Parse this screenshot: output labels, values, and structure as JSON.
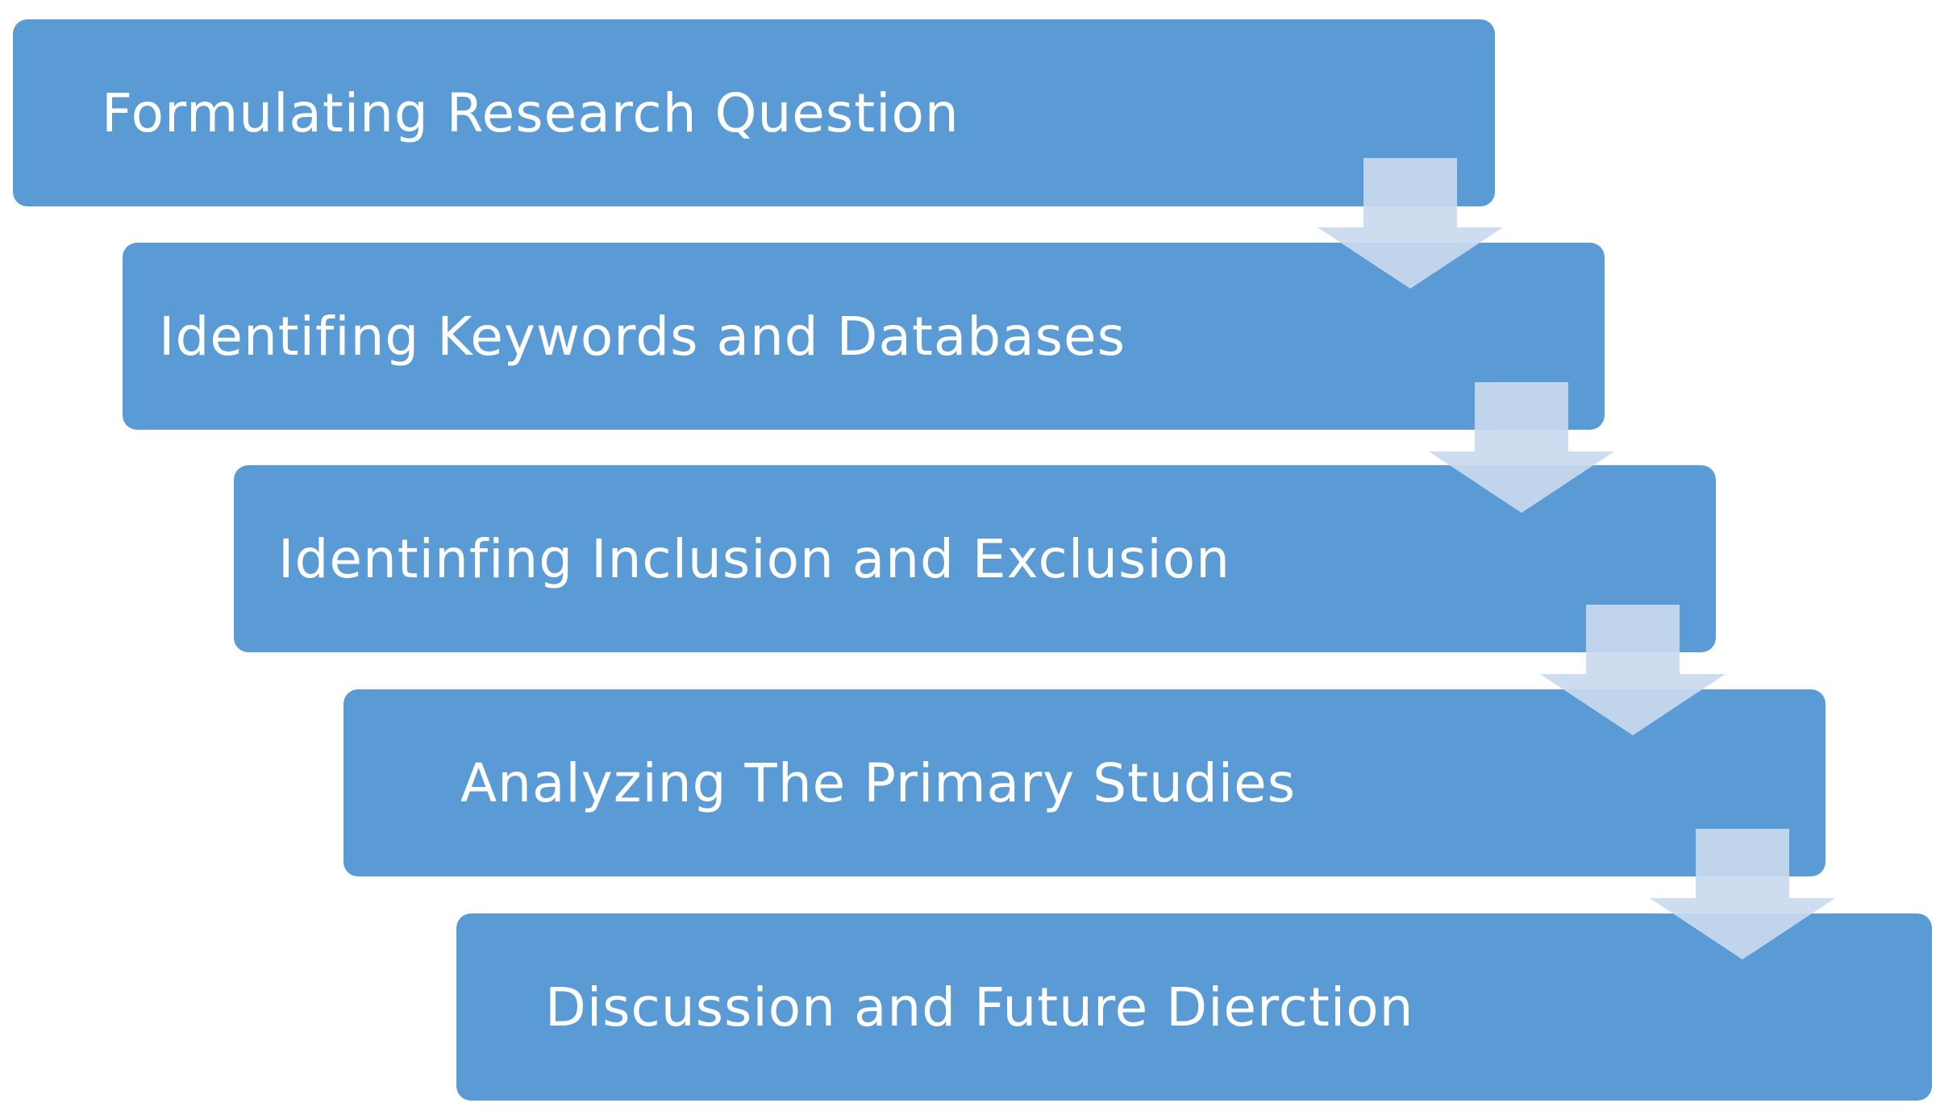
{
  "steps": [
    {
      "label": "Formulating Research Question"
    },
    {
      "label": "Identifing Keywords and Databases"
    },
    {
      "label": "Identinfing Inclusion and Exclusion"
    },
    {
      "label": "Analyzing The Primary Studies"
    },
    {
      "label": "Discussion and Future Dierction"
    }
  ],
  "colors": {
    "box": "#5b9bd5",
    "arrow": "#c9d9ee",
    "text": "#ffffff"
  }
}
